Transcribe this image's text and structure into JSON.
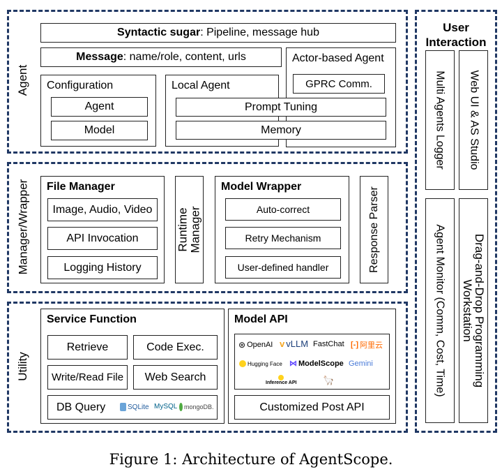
{
  "agent": {
    "title": "Agent",
    "syntactic_sugar": {
      "bold": "Syntactic sugar",
      "rest": ": Pipeline, message hub"
    },
    "message": {
      "bold": "Message",
      "rest": ": name/role, content, urls"
    },
    "actor": {
      "title": "Actor-based Agent",
      "grpc": "GPRC Comm."
    },
    "configuration": {
      "title": "Configuration",
      "items": [
        "Agent",
        "Model"
      ]
    },
    "local_agent": {
      "title": "Local Agent",
      "prompt_tuning": "Prompt Tuning",
      "memory": "Memory"
    }
  },
  "manager": {
    "title": "Manager/Wrapper",
    "file_manager": {
      "title": "File Manager",
      "items": [
        "Image, Audio, Video",
        "API Invocation",
        "Logging History"
      ]
    },
    "runtime_manager": [
      "Runtime",
      "Manager"
    ],
    "model_wrapper": {
      "title": "Model Wrapper",
      "items": [
        "Auto-correct",
        "Retry Mechanism",
        "User-defined handler"
      ]
    },
    "response_parser": "Response Parser"
  },
  "utility": {
    "title": "Utility",
    "service_function": {
      "title": "Service Function",
      "retrieve": "Retrieve",
      "code_exec": "Code Exec.",
      "write_read_file": "Write/Read File",
      "web_search": "Web Search",
      "db_query": "DB Query",
      "db_logos": [
        "SQLite",
        "MySQL",
        "mongoDB."
      ]
    },
    "model_api": {
      "title": "Model API",
      "logos": [
        "OpenAI",
        "vLLM",
        "FastChat",
        "阿里云",
        "Hugging Face",
        "ModelScope",
        "Gemini",
        "Inference API"
      ],
      "customized": "Customized Post API"
    }
  },
  "user_interaction": {
    "title_line1": "User",
    "title_line2": "Interaction",
    "multi_agents_logger": "Multi Agents Logger",
    "web_ui": "Web UI & AS Studio",
    "agent_monitor": "Agent Monitor (Comm, Cost, Time)",
    "drag_drop": [
      "Drag-and-Drop Programming",
      "Workstation"
    ]
  },
  "caption": "Figure 1:  Architecture of AgentScope."
}
